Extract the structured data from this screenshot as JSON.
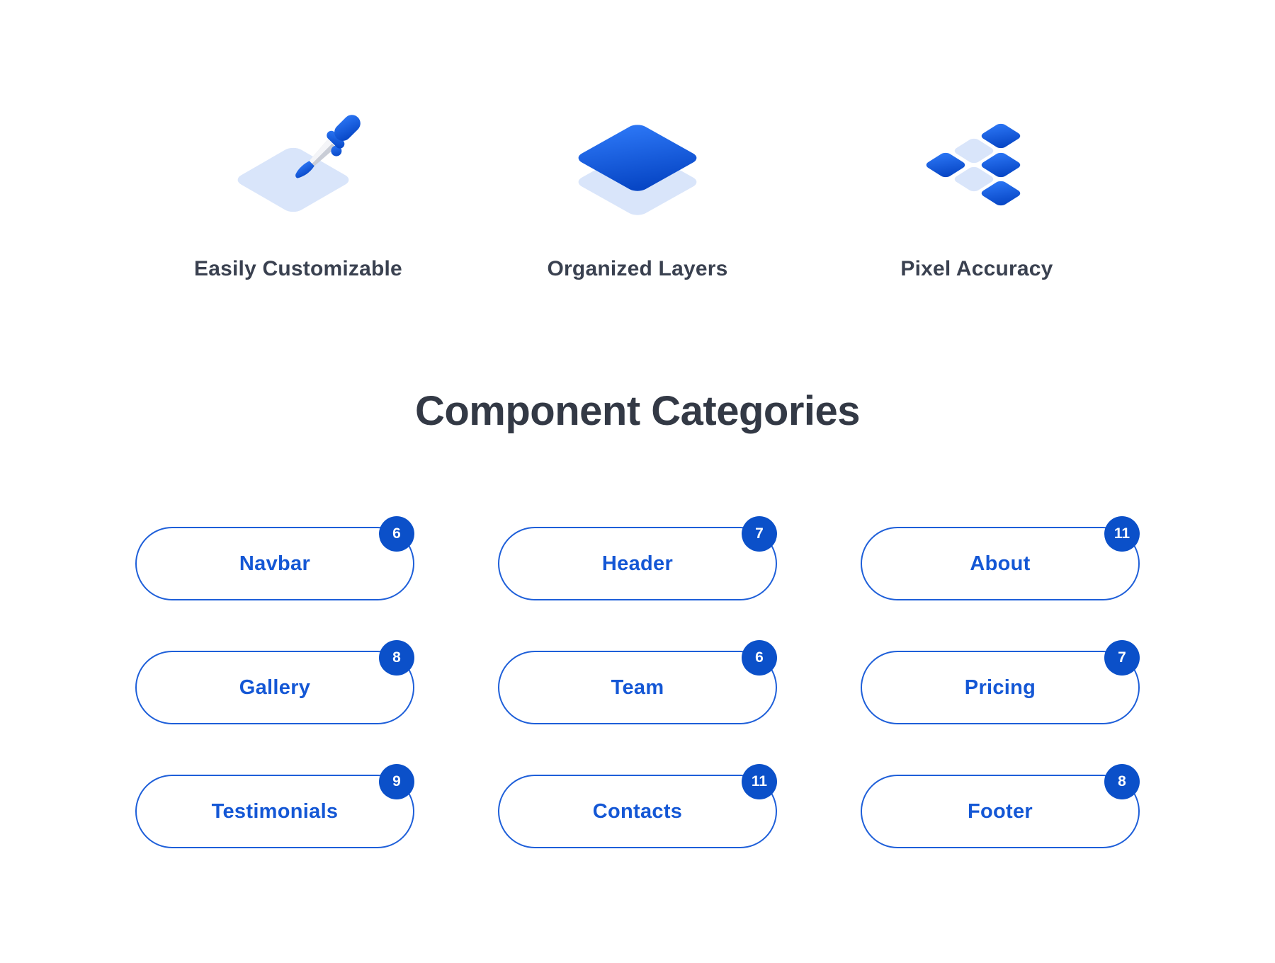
{
  "features": [
    {
      "label": "Easily Customizable",
      "icon": "eyedropper-icon"
    },
    {
      "label": "Organized Layers",
      "icon": "layers-icon"
    },
    {
      "label": "Pixel Accuracy",
      "icon": "pixel-grid-icon"
    }
  ],
  "section": {
    "title": "Component Categories"
  },
  "categories": [
    {
      "label": "Navbar",
      "count": "6"
    },
    {
      "label": "Header",
      "count": "7"
    },
    {
      "label": "About",
      "count": "11"
    },
    {
      "label": "Gallery",
      "count": "8"
    },
    {
      "label": "Team",
      "count": "6"
    },
    {
      "label": "Pricing",
      "count": "7"
    },
    {
      "label": "Testimonials",
      "count": "9"
    },
    {
      "label": "Contacts",
      "count": "11"
    },
    {
      "label": "Footer",
      "count": "8"
    }
  ],
  "colors": {
    "accent_text": "#1457d5",
    "pill_border": "#1e5fd9",
    "badge_fill": "#0b50c9",
    "heading_text": "#333945",
    "feature_text": "#3a4150",
    "icon_gradient_start": "#2a74f3",
    "icon_gradient_end": "#0746c5",
    "icon_light_blue": "#d9e5fa"
  }
}
